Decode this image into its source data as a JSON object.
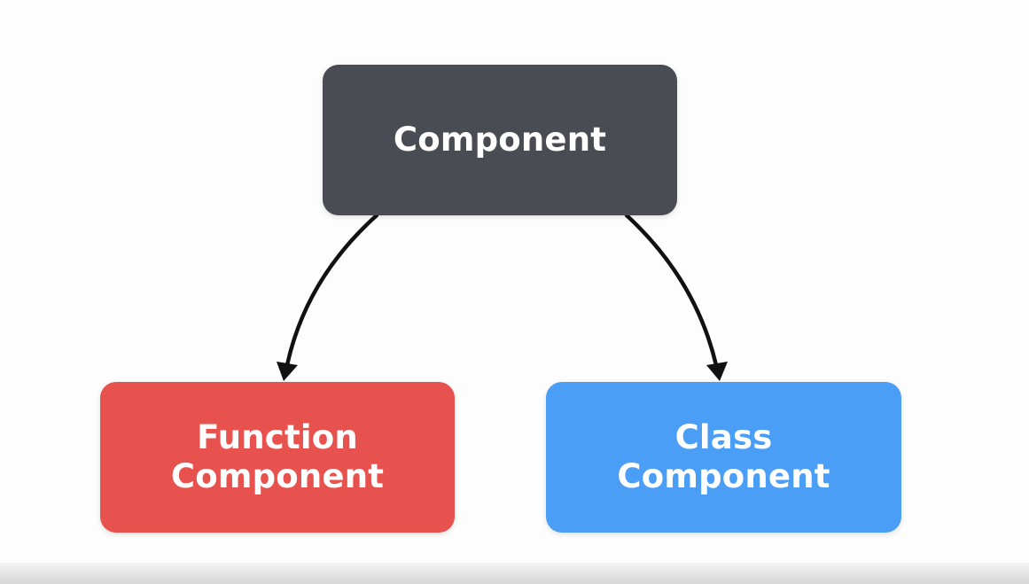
{
  "nodes": {
    "parent": {
      "label": "Component",
      "color": "#4a4c53"
    },
    "function": {
      "line1": "Function",
      "line2": "Component",
      "color": "#e8524e"
    },
    "class": {
      "line1": "Class",
      "line2": "Component",
      "color": "#4b9ef5"
    }
  },
  "edges": [
    {
      "from": "parent",
      "to": "function"
    },
    {
      "from": "parent",
      "to": "class"
    }
  ],
  "colors": {
    "background": "#fdfdfd",
    "arrow": "#111111"
  }
}
